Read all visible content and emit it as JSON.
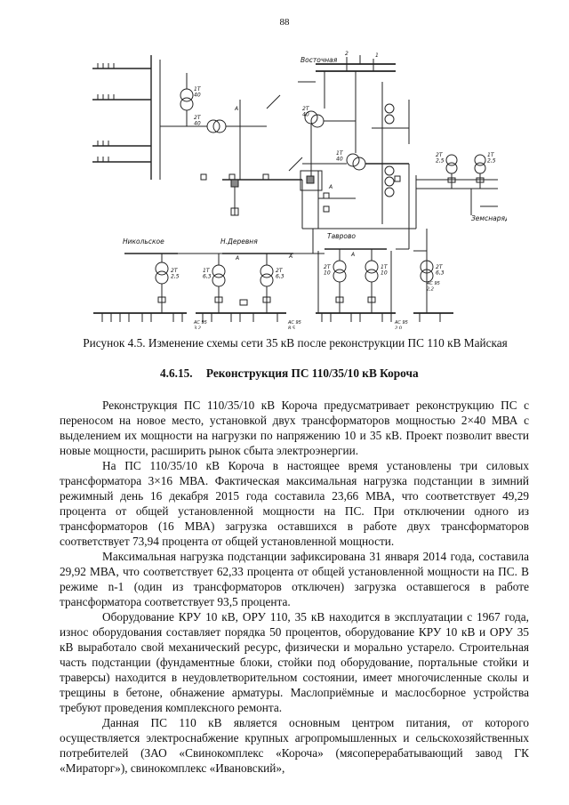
{
  "page": {
    "number": "88"
  },
  "figure": {
    "labels": {
      "vostochnaya": "Восточная",
      "bus_2": "2",
      "bus_1": "1",
      "nikolskoe": "Никольское",
      "n_derevnya": "Н.Деревня",
      "tavrovo": "Таврово",
      "zemsnaryad": "Земснаряд",
      "t_1t_40_left": "1Т\n40",
      "t_2t_40_left": "2Т\n40",
      "t_2t_40_right": "2Т\n40",
      "t_1t_40_right": "1Т\n40",
      "t_2t_25_zem": "2Т\n2,5",
      "t_1t_25_zem": "1Т\n2,5",
      "t_2t_25_nik": "2Т\n2,5",
      "t_1t_63_nd": "1Т\n6,3",
      "t_2t_63_nd": "2Т\n6,3",
      "t_2t_10_tav": "2Т\n10",
      "t_1t_10_tav": "1Т\n10",
      "t_2t_63_tav": "2Т\n6,3",
      "mark_a1": "А",
      "mark_a2": "А",
      "mark_a3": "А",
      "mark_a4": "А",
      "mark_a5": "А",
      "wire_ac95_1": "АС 95\n3,2",
      "wire_ac95_2": "АС 95\n8,5",
      "wire_ac95_3": "АС 95\n2,0",
      "wire_ac95_4": "АС 95\n2,2"
    }
  },
  "caption": "Рисунок 4.5. Изменение схемы сети 35 кВ после реконструкции ПС 110 кВ Майская",
  "section": {
    "number": "4.6.15.",
    "title": "Реконструкция ПС 110/35/10 кВ Короча"
  },
  "paragraphs": [
    "Реконструкция ПС 110/35/10 кВ Короча предусматривает реконструкцию ПС с переносом на новое место, установкой двух трансформаторов мощностью 2×40 МВА с выделением их мощности на нагрузки по напряжению 10 и 35 кВ. Проект позволит ввести новые мощности, расширить рынок сбыта электроэнергии.",
    "На ПС 110/35/10 кВ Короча в настоящее время установлены три силовых трансформатора 3×16 МВА. Фактическая максимальная нагрузка подстанции в зимний режимный день 16 декабря 2015 года составила 23,66 МВА, что соответствует 49,29 процента от общей установленной мощности на ПС. При отключении одного из трансформаторов (16 МВА) загрузка оставшихся в работе двух трансформаторов соответствует 73,94 процента от общей установленной мощности.",
    "Максимальная нагрузка подстанции зафиксирована 31 января 2014 года, составила 29,92 МВА, что соответствует 62,33 процента от общей установленной мощности на ПС. В режиме n-1 (один из трансформаторов отключен) загрузка оставшегося в работе трансформатора соответствует 93,5 процента.",
    "Оборудование КРУ 10 кВ, ОРУ 110, 35 кВ находится в эксплуатации с 1967 года, износ оборудования составляет порядка 50 процентов, оборудование КРУ 10 кВ и ОРУ 35 кВ выработало свой механический ресурс, физически и морально устарело. Строительная часть подстанции (фундаментные блоки, стойки под оборудование, портальные стойки и траверсы) находится в неудовлетворительном состоянии, имеет многочисленные сколы и трещины в бетоне, обнажение арматуры. Маслоприёмные и маслосборное устройства требуют проведения комплексного ремонта.",
    "Данная ПС 110 кВ является основным центром питания, от которого осуществляется электроснабжение крупных агропромышленных и сельскохозяйственных потребителей (ЗАО «Свинокомплекс «Короча» (мясоперерабатывающий завод ГК «Мираторг»), свинокомплекс «Ивановский»,"
  ]
}
